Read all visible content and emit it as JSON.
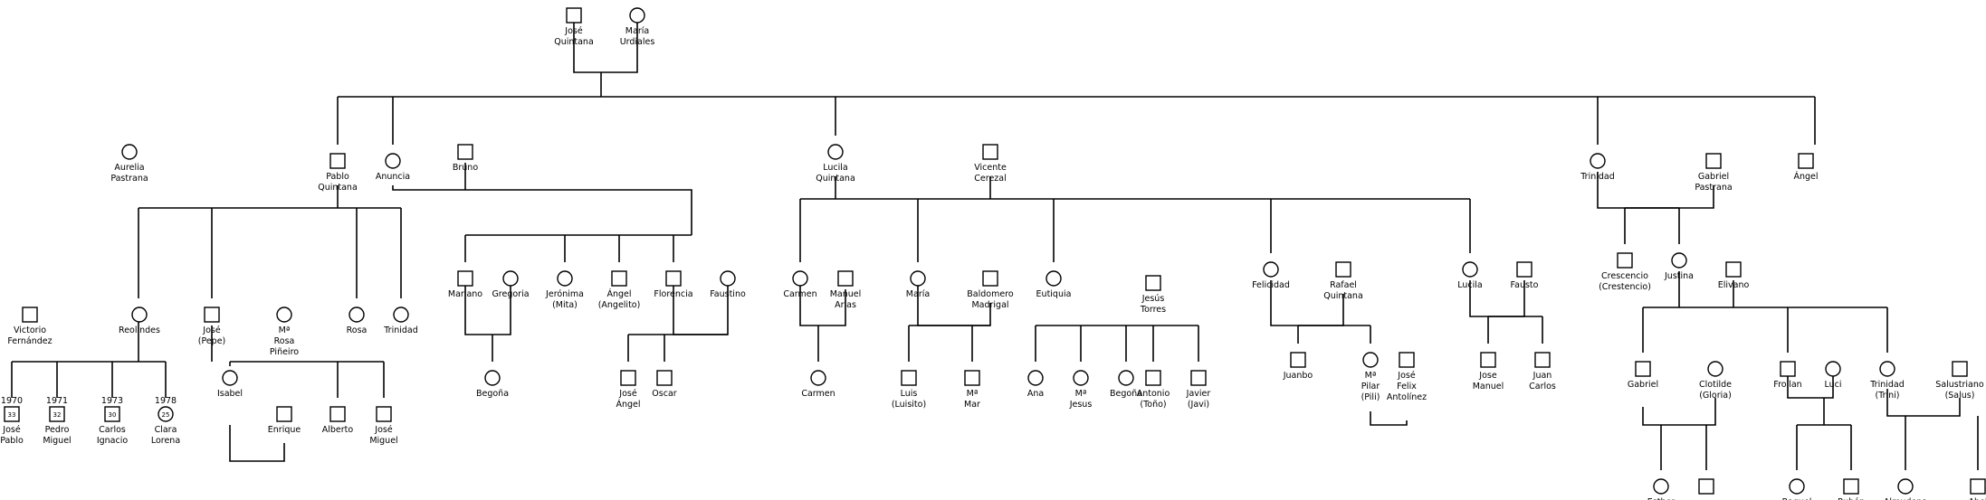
{
  "people": [
    {
      "id": "jose",
      "sex": "m",
      "name": [
        "José",
        "Quintana"
      ]
    },
    {
      "id": "maria_u",
      "sex": "f",
      "name": [
        "María",
        "Urdiales"
      ]
    },
    {
      "id": "pablo",
      "sex": "m",
      "name": [
        "Pablo",
        "Quintana"
      ]
    },
    {
      "id": "anuncia",
      "sex": "f",
      "name": [
        "Anuncia"
      ]
    },
    {
      "id": "bruno",
      "sex": "m",
      "name": [
        "Bruno"
      ]
    },
    {
      "id": "aurelia",
      "sex": "f",
      "name": [
        "Aurelia",
        "Pastrana"
      ]
    },
    {
      "id": "lucila_q",
      "sex": "f",
      "name": [
        "Lucila",
        "Quintana"
      ]
    },
    {
      "id": "vicente",
      "sex": "m",
      "name": [
        "Vicente",
        "Cerezal"
      ]
    },
    {
      "id": "trinidad_q",
      "sex": "f",
      "name": [
        "Trinidad"
      ]
    },
    {
      "id": "gabriel_p",
      "sex": "m",
      "name": [
        "Gabriel",
        "Pastrana"
      ]
    },
    {
      "id": "angel_q",
      "sex": "m",
      "name": [
        "Ángel"
      ]
    },
    {
      "id": "victorio",
      "sex": "m",
      "name": [
        "Victorio",
        "Fernández"
      ]
    },
    {
      "id": "reolindes",
      "sex": "f",
      "name": [
        "Reolindes"
      ]
    },
    {
      "id": "jose_pepe",
      "sex": "m",
      "name": [
        "José",
        "(Pepe)"
      ]
    },
    {
      "id": "mrosa",
      "sex": "f",
      "name": [
        "Mª",
        "Rosa",
        "Piñeiro"
      ]
    },
    {
      "id": "rosa",
      "sex": "f",
      "name": [
        "Rosa"
      ]
    },
    {
      "id": "trinidad_p",
      "sex": "f",
      "name": [
        "Trinidad"
      ]
    },
    {
      "id": "jose_pablo",
      "sex": "m",
      "year": "1970",
      "age": "33",
      "name": [
        "José",
        "Pablo"
      ]
    },
    {
      "id": "pedro",
      "sex": "m",
      "year": "1971",
      "age": "32",
      "name": [
        "Pedro",
        "Miguel"
      ]
    },
    {
      "id": "carlos",
      "sex": "m",
      "year": "1973",
      "age": "30",
      "name": [
        "Carlos",
        "Ignacio"
      ]
    },
    {
      "id": "clara",
      "sex": "f",
      "year": "1978",
      "age": "25",
      "name": [
        "Clara",
        "Lorena"
      ]
    },
    {
      "id": "isabel",
      "sex": "f",
      "name": [
        "Isabel"
      ]
    },
    {
      "id": "enrique",
      "sex": "m",
      "name": [
        "Enrique"
      ]
    },
    {
      "id": "alberto",
      "sex": "m",
      "name": [
        "Alberto"
      ]
    },
    {
      "id": "jose_miguel",
      "sex": "m",
      "name": [
        "José",
        "Miguel"
      ]
    },
    {
      "id": "mariano",
      "sex": "m",
      "name": [
        "Mariano"
      ]
    },
    {
      "id": "gregoria",
      "sex": "f",
      "name": [
        "Gregoria"
      ]
    },
    {
      "id": "jeronima",
      "sex": "f",
      "name": [
        "Jerónima",
        "(Mita)"
      ]
    },
    {
      "id": "angelito",
      "sex": "m",
      "name": [
        "Ángel",
        "(Angelito)"
      ]
    },
    {
      "id": "florencia",
      "sex": "m",
      "name": [
        "Florencia"
      ]
    },
    {
      "id": "faustino",
      "sex": "f",
      "name": [
        "Faustino"
      ]
    },
    {
      "id": "begona",
      "sex": "f",
      "name": [
        "Begoña"
      ]
    },
    {
      "id": "jose_angel",
      "sex": "m",
      "name": [
        "José",
        "Ángel"
      ]
    },
    {
      "id": "oscar",
      "sex": "m",
      "name": [
        "Oscar"
      ]
    },
    {
      "id": "carmen_c",
      "sex": "f",
      "name": [
        "Carmen"
      ]
    },
    {
      "id": "manuel",
      "sex": "m",
      "name": [
        "Manuel",
        "Arias"
      ]
    },
    {
      "id": "carmen_a",
      "sex": "f",
      "name": [
        "Carmen"
      ]
    },
    {
      "id": "maria_c",
      "sex": "f",
      "name": [
        "María"
      ]
    },
    {
      "id": "baldomero",
      "sex": "m",
      "name": [
        "Baldomero",
        "Madrigal"
      ]
    },
    {
      "id": "luis",
      "sex": "m",
      "name": [
        "Luis",
        "(Luisito)"
      ]
    },
    {
      "id": "mmar",
      "sex": "m",
      "name": [
        "Mª",
        "Mar"
      ]
    },
    {
      "id": "eutiquia",
      "sex": "f",
      "name": [
        "Eutiquia"
      ]
    },
    {
      "id": "jesus_t",
      "sex": "m",
      "name": [
        "Jesús",
        "Torres"
      ]
    },
    {
      "id": "ana",
      "sex": "f",
      "name": [
        "Ana"
      ]
    },
    {
      "id": "mjesus",
      "sex": "f",
      "name": [
        "Mª",
        "Jesus"
      ]
    },
    {
      "id": "begona2",
      "sex": "f",
      "name": [
        "Begoña"
      ]
    },
    {
      "id": "antonio",
      "sex": "m",
      "name": [
        "Antonio",
        "(Toño)"
      ]
    },
    {
      "id": "javier",
      "sex": "m",
      "name": [
        "Javier",
        "(Javi)"
      ]
    },
    {
      "id": "felicidad",
      "sex": "f",
      "name": [
        "Felicidad"
      ]
    },
    {
      "id": "rafael",
      "sex": "m",
      "name": [
        "Rafael",
        "Quintana"
      ]
    },
    {
      "id": "juanbo",
      "sex": "m",
      "name": [
        "Juanbo"
      ]
    },
    {
      "id": "mpilar",
      "sex": "f",
      "name": [
        "Mª",
        "Pilar",
        "(Pili)"
      ]
    },
    {
      "id": "jose_felix",
      "sex": "m",
      "name": [
        "José",
        "Felix",
        "Antolínez"
      ]
    },
    {
      "id": "lucila_c",
      "sex": "f",
      "name": [
        "Lucila"
      ]
    },
    {
      "id": "fausto",
      "sex": "m",
      "name": [
        "Fausto"
      ]
    },
    {
      "id": "jose_manuel",
      "sex": "m",
      "name": [
        "Jose",
        "Manuel"
      ]
    },
    {
      "id": "juan_carlos",
      "sex": "m",
      "name": [
        "Juan",
        "Carlos"
      ]
    },
    {
      "id": "crescencio",
      "sex": "m",
      "name": [
        "Crescencio",
        "(Crestencio)"
      ]
    },
    {
      "id": "justina",
      "sex": "f",
      "name": [
        "Justina"
      ]
    },
    {
      "id": "elivano",
      "sex": "m",
      "name": [
        "Elivano"
      ]
    },
    {
      "id": "gabriel2",
      "sex": "m",
      "name": [
        "Gabriel"
      ]
    },
    {
      "id": "clotilde",
      "sex": "f",
      "name": [
        "Clotilde",
        "(Gloria)"
      ]
    },
    {
      "id": "froilan",
      "sex": "m",
      "name": [
        "Froilan"
      ]
    },
    {
      "id": "luci",
      "sex": "f",
      "name": [
        "Luci"
      ]
    },
    {
      "id": "trini",
      "sex": "f",
      "name": [
        "Trinidad",
        "(Trini)"
      ]
    },
    {
      "id": "salustiano",
      "sex": "m",
      "name": [
        "Salustriano",
        "(Salus)"
      ]
    },
    {
      "id": "esther",
      "sex": "f",
      "name": [
        "Esther"
      ]
    },
    {
      "id": "unnamed",
      "sex": "m",
      "name": []
    },
    {
      "id": "raquel",
      "sex": "f",
      "name": [
        "Raquel"
      ]
    },
    {
      "id": "ruben",
      "sex": "m",
      "name": [
        "Rubén"
      ]
    },
    {
      "id": "almudena",
      "sex": "f",
      "name": [
        "Almudena"
      ]
    },
    {
      "id": "abel",
      "sex": "m",
      "name": [
        "Abel"
      ]
    }
  ]
}
